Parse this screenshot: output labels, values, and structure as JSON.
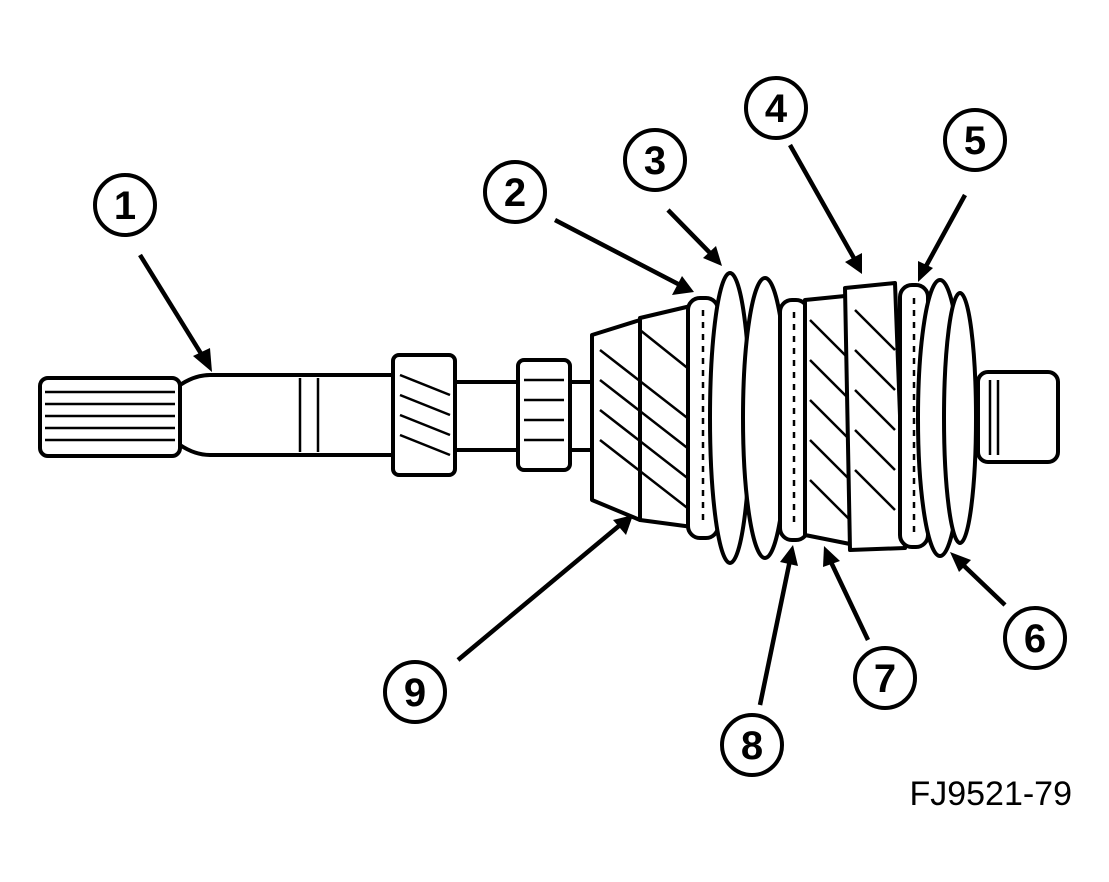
{
  "figure_id": "FJ9521-79",
  "callouts": [
    "1",
    "2",
    "3",
    "4",
    "5",
    "6",
    "7",
    "8",
    "9"
  ],
  "colors": {
    "ink": "#000000",
    "paper": "#ffffff"
  }
}
